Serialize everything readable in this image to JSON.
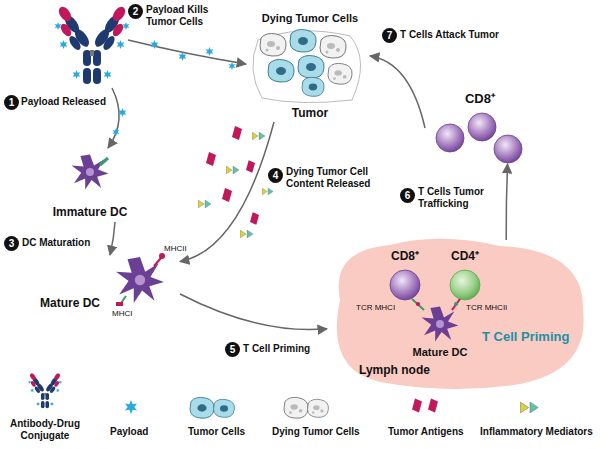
{
  "diagram": {
    "nodes": [
      {
        "text": [
          "Dying Tumor Cells",
          "Tumor"
        ]
      },
      {
        "text": [
          "Immature DC"
        ]
      },
      {
        "text": [
          "Mature DC"
        ]
      },
      {
        "text": [
          "Lymph node",
          "T Cell Priming"
        ]
      },
      {
        "text": [
          "Mature DC"
        ],
        "in": 3
      },
      {
        "text": [
          "CD8⁺"
        ],
        "in": 3
      },
      {
        "text": [
          "CD4⁺"
        ],
        "in": 3
      },
      {
        "text": [
          "CD8⁺"
        ]
      }
    ],
    "edges": [
      {
        "from": 1,
        "to": 2,
        "arrow": "to"
      },
      {
        "from": 0,
        "to": 2,
        "arrow": "to"
      },
      {
        "from": 2,
        "to": 3,
        "arrow": "to"
      },
      {
        "from": 3,
        "to": 7,
        "arrow": "to"
      },
      {
        "from": 7,
        "to": 0,
        "arrow": "to"
      }
    ],
    "labels": [
      "1",
      "Payload Released",
      "2",
      "Payload Kills Tumor Cells",
      "3",
      "DC Maturation",
      "4",
      "Dying Tumor Cell Content Released",
      "5",
      "T Cell Priming",
      "6",
      "T Cells Tumor Trafficking",
      "7",
      "T Cells Attack Tumor",
      "MHCII",
      "MHCI",
      "TCR MHCI",
      "TCR MHCII"
    ],
    "legend": [
      {
        "text": "Antibody-Drug Conjugate"
      },
      {
        "text": "Payload"
      },
      {
        "text": "Tumor Cells"
      },
      {
        "text": "Dying Tumor Cells"
      },
      {
        "text": "Tumor Antigens"
      },
      {
        "text": "Inflammatory Mediators"
      }
    ]
  }
}
